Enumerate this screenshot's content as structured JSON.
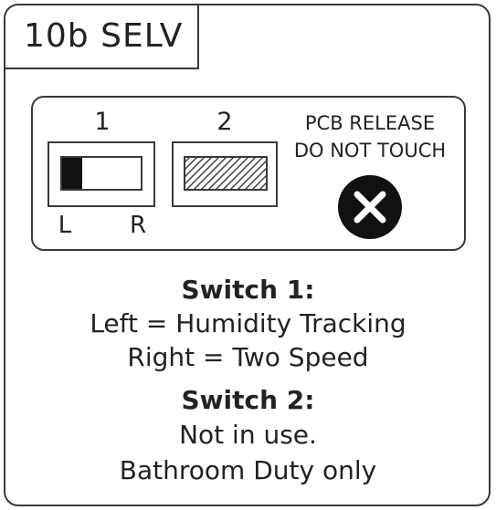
{
  "tab_title": "10b  SELV",
  "panel": {
    "switch1_number": "1",
    "switch2_number": "2",
    "left_label": "L",
    "right_label": "R",
    "warning_line1": "PCB RELEASE",
    "warning_line2": "DO NOT TOUCH",
    "warning_icon": "x-circle-icon",
    "switch1_position": "left"
  },
  "description": {
    "switch1_heading": "Switch 1:",
    "switch1_line1": "Left = Humidity Tracking",
    "switch1_line2": "Right = Two Speed",
    "switch2_heading": "Switch 2:",
    "switch2_line1": "Not in use.",
    "switch2_line2": "Bathroom Duty only"
  }
}
